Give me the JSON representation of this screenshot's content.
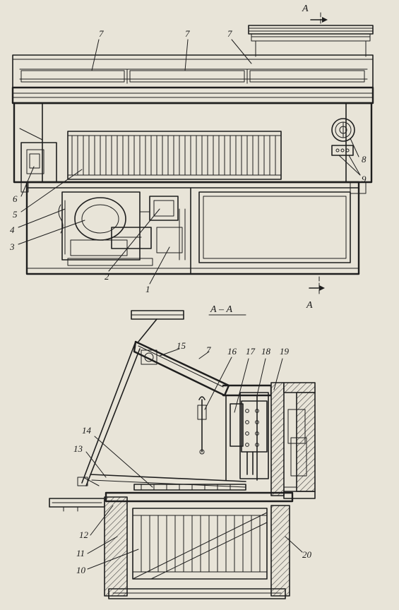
{
  "section_title": "А – А",
  "section_marks": {
    "top": "А",
    "bottom": "А"
  },
  "top_view_labels": {
    "l7a": "7",
    "l7b": "7",
    "l7c": "7",
    "l8": "8",
    "l9": "9",
    "l6": "6",
    "l5": "5",
    "l4": "4",
    "l3": "3",
    "l2": "2",
    "l1": "1"
  },
  "section_labels": {
    "l15": "15",
    "l7": "7",
    "l16": "16",
    "l17": "17",
    "l18": "18",
    "l19": "19",
    "l14": "14",
    "l13": "13",
    "l12": "12",
    "l11": "11",
    "l10": "10",
    "l20": "20"
  }
}
